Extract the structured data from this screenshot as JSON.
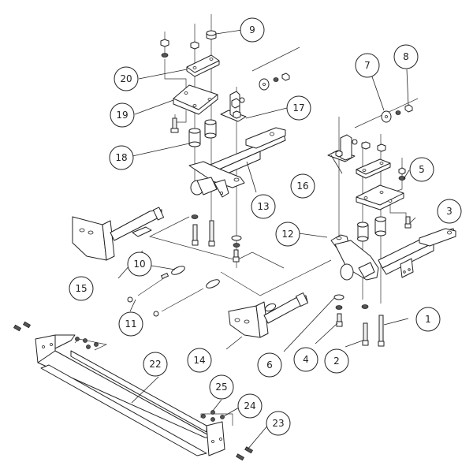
{
  "diagram": {
    "type": "exploded-parts-diagram",
    "callouts": [
      {
        "id": "1",
        "label": "1"
      },
      {
        "id": "2",
        "label": "2"
      },
      {
        "id": "3",
        "label": "3"
      },
      {
        "id": "4",
        "label": "4"
      },
      {
        "id": "5",
        "label": "5"
      },
      {
        "id": "6",
        "label": "6"
      },
      {
        "id": "7",
        "label": "7"
      },
      {
        "id": "8",
        "label": "8"
      },
      {
        "id": "9",
        "label": "9"
      },
      {
        "id": "10",
        "label": "10"
      },
      {
        "id": "11",
        "label": "11"
      },
      {
        "id": "12",
        "label": "12"
      },
      {
        "id": "13",
        "label": "13"
      },
      {
        "id": "14",
        "label": "14"
      },
      {
        "id": "15",
        "label": "15"
      },
      {
        "id": "16",
        "label": "16"
      },
      {
        "id": "17",
        "label": "17"
      },
      {
        "id": "18",
        "label": "18"
      },
      {
        "id": "19",
        "label": "19"
      },
      {
        "id": "20",
        "label": "20"
      },
      {
        "id": "22",
        "label": "22"
      },
      {
        "id": "23",
        "label": "23"
      },
      {
        "id": "24",
        "label": "24"
      },
      {
        "id": "25",
        "label": "25"
      }
    ],
    "colors": {
      "line": "#222222",
      "background": "#ffffff",
      "hardware_fill": "#555555"
    }
  }
}
